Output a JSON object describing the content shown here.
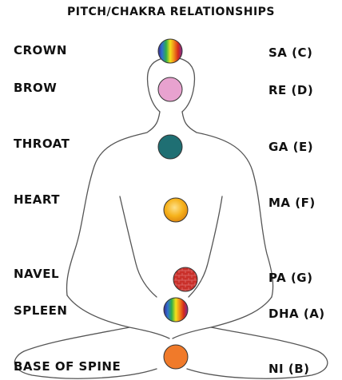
{
  "title": "PITCH/CHAKRA RELATIONSHIPS",
  "chakras": [
    {
      "name": "CROWN",
      "pitch": "SA (C)",
      "fill": "rainbow"
    },
    {
      "name": "BROW",
      "pitch": "RE (D)",
      "fill": "#e8a2cf"
    },
    {
      "name": "THROAT",
      "pitch": "GA (E)",
      "fill": "#1f6f73"
    },
    {
      "name": "HEART",
      "pitch": "MA (F)",
      "fill": "#f6b21b"
    },
    {
      "name": "NAVEL",
      "pitch": "PA (G)",
      "fill": "brick"
    },
    {
      "name": "SPLEEN",
      "pitch": "DHA (A)",
      "fill": "rainbow"
    },
    {
      "name": "BASE OF SPINE",
      "pitch": "NI (B)",
      "fill": "#f07a2a"
    }
  ],
  "colors": {
    "outline": "#555555",
    "rainbow": [
      "#3a2a8c",
      "#2f6fd0",
      "#2fae4a",
      "#f2e21a",
      "#f08a1a",
      "#d52a1a",
      "#7a2a9a"
    ],
    "brick": "#c9302a"
  }
}
